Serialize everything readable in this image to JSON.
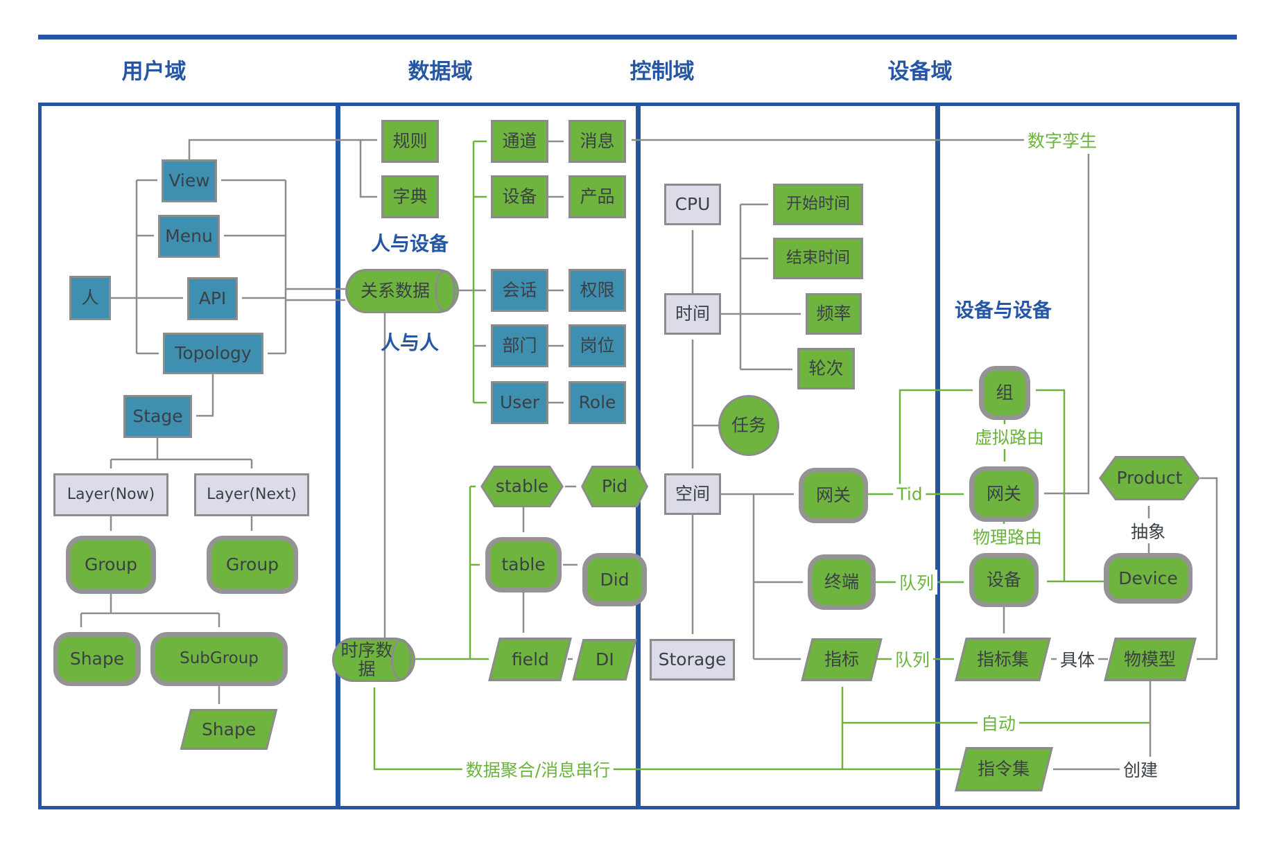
{
  "headers": {
    "user": "用户域",
    "data": "数据域",
    "control": "控制域",
    "device": "设备域"
  },
  "sections": {
    "human_device": "人与设备",
    "human_human": "人与人",
    "device_device": "设备与设备"
  },
  "nodes": {
    "ren": "人",
    "view": "View",
    "menu": "Menu",
    "api": "API",
    "topology": "Topology",
    "stage": "Stage",
    "layer_now": "Layer(Now)",
    "layer_next": "Layer(Next)",
    "group1": "Group",
    "group2": "Group",
    "shape1": "Shape",
    "subgroup": "SubGroup",
    "shape2": "Shape",
    "rules": "规则",
    "dict": "字典",
    "rel_db": "关系数据",
    "ts_db": "时序数据",
    "channel": "通道",
    "message": "消息",
    "device_cn": "设备",
    "product_cn": "产品",
    "session": "会话",
    "permission": "权限",
    "department": "部门",
    "post": "岗位",
    "user": "User",
    "role": "Role",
    "stable": "stable",
    "pid": "Pid",
    "table": "table",
    "did": "Did",
    "field": "field",
    "di": "DI",
    "cpu": "CPU",
    "time": "时间",
    "space": "空间",
    "storage": "Storage",
    "task": "任务",
    "start_time": "开始时间",
    "end_time": "结束时间",
    "freq": "频率",
    "round": "轮次",
    "gateway_c": "网关",
    "terminal": "终端",
    "metric": "指标",
    "group_cn": "组",
    "gateway_d": "网关",
    "device_cn2": "设备",
    "product_en": "Product",
    "device_en": "Device",
    "metric_set": "指标集",
    "thing_model": "物模型",
    "cmd_set": "指令集"
  },
  "edge_labels": {
    "digital_twin": "数字孪生",
    "tid": "Tid",
    "queue_terminal": "队列",
    "queue_metric": "队列",
    "virtual_route": "虚拟路由",
    "physical_route": "物理路由",
    "abstract": "抽象",
    "concrete": "具体",
    "create": "创建",
    "auto": "自动",
    "aggregation": "数据聚合/消息串行"
  },
  "colors": {
    "domain_blue": "#2456A4",
    "node_green": "#6EB43E",
    "node_teal": "#3E8FB0",
    "node_gray": "#DCDCE8",
    "line_gray": "#8C8C8C",
    "line_green": "#6CB33E"
  }
}
